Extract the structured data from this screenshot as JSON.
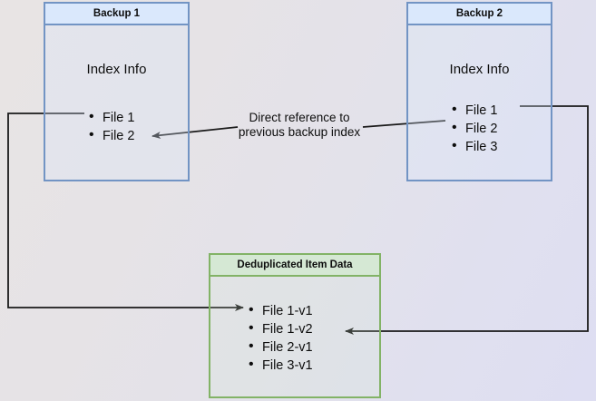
{
  "diagram": {
    "title_hidden": "Backup deduplication reference diagram",
    "background": {
      "gradient_from": "#e8e4e4",
      "gradient_to": "#dedef2"
    },
    "palette": {
      "blue_border": "#7294c4",
      "blue_header_fill": "#dae8fc",
      "green_border": "#82b366",
      "green_header_fill": "#d5e8d4",
      "connector_stroke": "#1a1a1a",
      "text": "#0d0d0d"
    },
    "nodes": {
      "backup1": {
        "header": "Backup 1",
        "section_label": "Index Info",
        "files": [
          "File 1",
          "File 2"
        ]
      },
      "backup2": {
        "header": "Backup 2",
        "section_label": "Index Info",
        "files": [
          "File 1",
          "File 2",
          "File 3"
        ]
      },
      "dedup": {
        "header": "Deduplicated Item Data",
        "files": [
          "File 1-v1",
          "File 1-v2",
          "File 2-v1",
          "File 3-v1"
        ]
      }
    },
    "annotations": {
      "center_note_line1": "Direct reference to",
      "center_note_line2": "previous backup index"
    },
    "connectors": [
      {
        "name": "backup2-index-to-backup1-index",
        "from": "Backup 2 / File 2",
        "to": "Backup 1 / File 2",
        "arrowheads": "end"
      },
      {
        "name": "backup1-file1-to-dedup-file1v1",
        "from": "Backup 1 / File 1",
        "to": "Deduplicated Item Data / File 1-v1",
        "arrowheads": "end"
      },
      {
        "name": "backup2-file1-to-dedup-file1v2",
        "from": "Backup 2 / File 1",
        "to": "Deduplicated Item Data / File 1-v2",
        "arrowheads": "end"
      }
    ]
  }
}
